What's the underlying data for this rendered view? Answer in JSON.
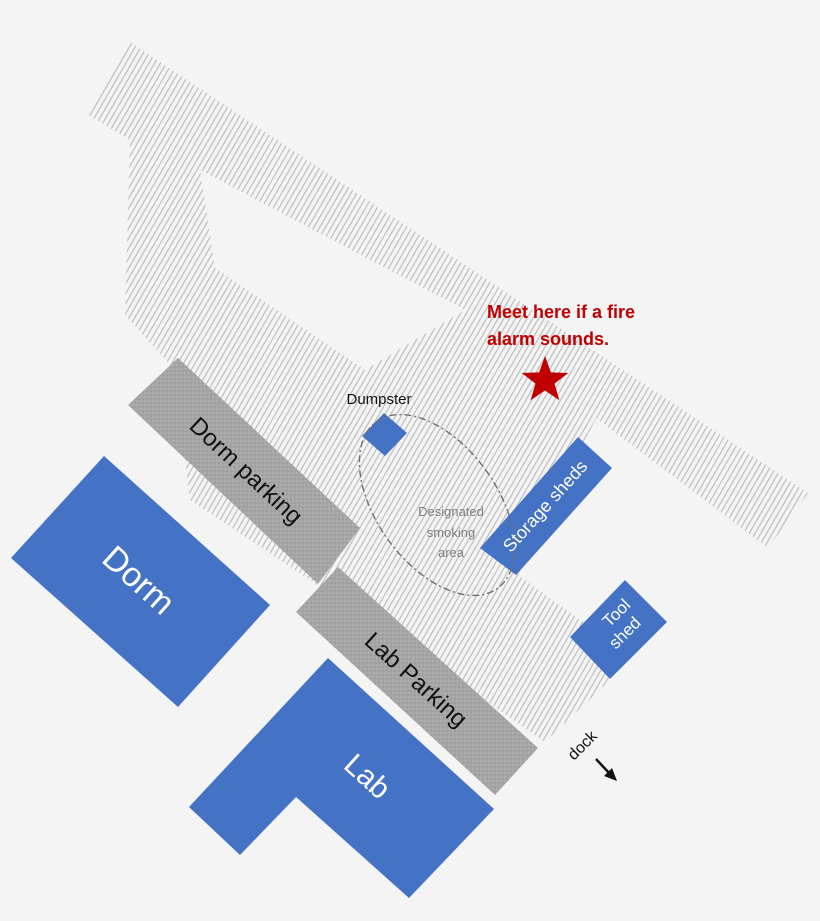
{
  "map": {
    "background_color": "#f4f4f5",
    "building_color": "#4472c4",
    "parking_color": "#a6a6a6",
    "yard_hatch_color": "#b9b9b9",
    "accent_color": "#c00000"
  },
  "buildings": {
    "dorm": "Dorm",
    "lab": "Lab",
    "storage_sheds": "Storage sheds",
    "tool_shed_line1": "Tool",
    "tool_shed_line2": "shed"
  },
  "parking": {
    "dorm": "Dorm parking",
    "lab": "Lab Parking"
  },
  "dumpster": {
    "label": "Dumpster"
  },
  "smoking_area": {
    "line1": "Designated",
    "line2": "smoking",
    "line3": "area"
  },
  "meeting_point": {
    "line1": "Meet here if a fire",
    "line2": "alarm sounds.",
    "icon": "star-icon"
  },
  "dock": {
    "label": "dock",
    "icon": "arrow-icon"
  }
}
